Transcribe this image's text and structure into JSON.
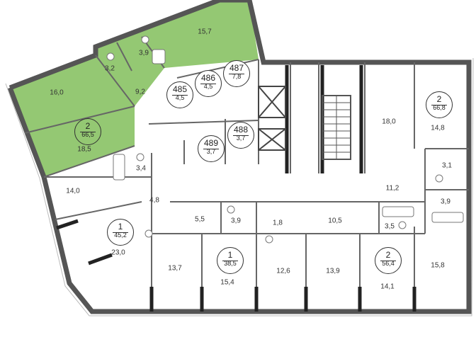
{
  "colors": {
    "highlight": "#94c873",
    "wall": "#555555",
    "background": "#ffffff"
  },
  "apartments": [
    {
      "rooms": "2",
      "area": "66,5",
      "highlighted": true
    },
    {
      "rooms": "1",
      "area": "45,2",
      "highlighted": false
    },
    {
      "rooms": "1",
      "area": "38,5",
      "highlighted": false
    },
    {
      "rooms": "2",
      "area": "56,4",
      "highlighted": false
    },
    {
      "rooms": "2",
      "area": "66,8",
      "highlighted": false
    }
  ],
  "storage_units": [
    {
      "number": "485",
      "area": "4,5"
    },
    {
      "number": "486",
      "area": "4,5"
    },
    {
      "number": "487",
      "area": "7,8"
    },
    {
      "number": "488",
      "area": "3,7"
    },
    {
      "number": "489",
      "area": "3,7"
    }
  ],
  "room_areas": [
    "16,0",
    "15,7",
    "3,2",
    "3,9",
    "9,2",
    "18,5",
    "3,4",
    "14,0",
    "4,8",
    "23,0",
    "5,5",
    "3,9",
    "1,8",
    "10,5",
    "3,5",
    "13,7",
    "15,4",
    "12,6",
    "13,9",
    "14,1",
    "15,8",
    "18,0",
    "14,8",
    "3,1",
    "11,2",
    "3,9"
  ]
}
